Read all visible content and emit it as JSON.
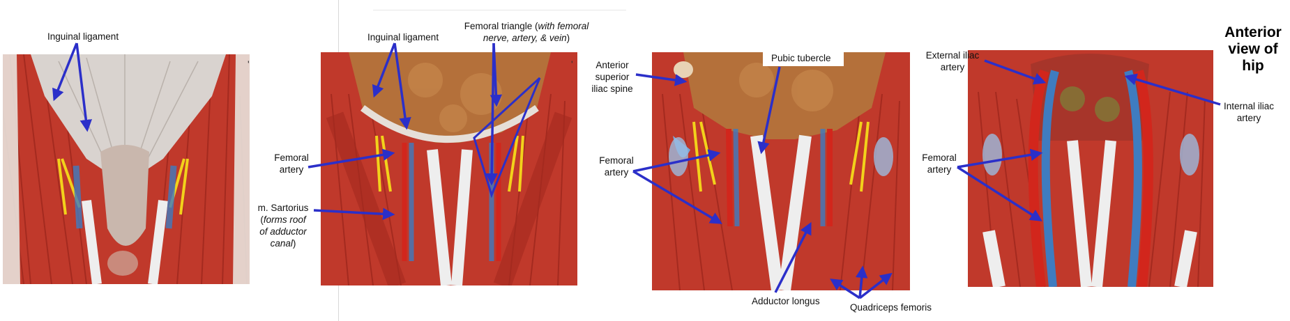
{
  "title": "Anterior view of hip",
  "labels": {
    "p1_inguinal": "Inguinal ligament",
    "p2_inguinal": "Inguinal ligament",
    "p2_triangle_a": "Femoral triangle (",
    "p2_triangle_b": "with femoral",
    "p2_triangle_c": "nerve, artery, & vein",
    "p2_triangle_d": ")",
    "p2_femoral_1": "Femoral",
    "p2_femoral_2": "artery",
    "p2_sartorius_1": "m. Sartorius",
    "p2_sartorius_2a": "(",
    "p2_sartorius_2b": "forms roof",
    "p2_sartorius_3": "of adductor",
    "p2_sartorius_4a": "canal",
    "p2_sartorius_4b": ")",
    "p3_asis_1": "Anterior",
    "p3_asis_2": "superior",
    "p3_asis_3": "iliac spine",
    "p3_pubic": "Pubic tubercle",
    "p3_femoral_1": "Femoral",
    "p3_femoral_2": "artery",
    "p3_adductor": "Adductor longus",
    "p3_quadriceps": "Quadriceps femoris",
    "p4_external_1": "External iliac",
    "p4_external_2": "artery",
    "p4_internal_1": "Internal iliac",
    "p4_internal_2": "artery",
    "p4_femoral_1": "Femoral",
    "p4_femoral_2": "artery"
  },
  "colors": {
    "arrow": "#2b2fc9",
    "muscle": "#c0392b",
    "muscle_dark": "#8e1f17",
    "fascia": "#d9d3cf",
    "pelvis": "#b4703a",
    "nerve": "#f2d21b",
    "vein": "#3f7cc0",
    "artery": "#d2261c"
  }
}
